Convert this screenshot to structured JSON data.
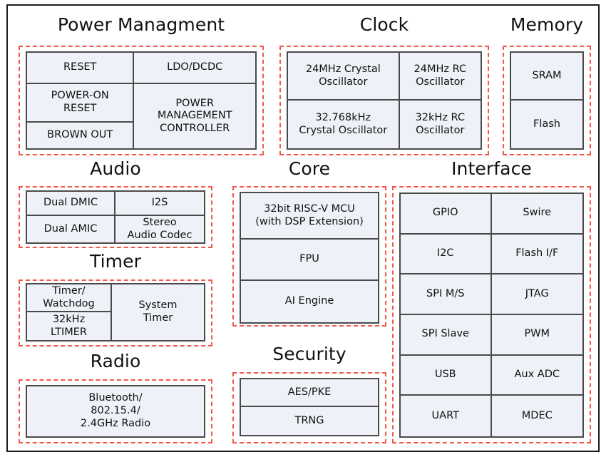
{
  "diagram": {
    "title_typo_note": "Power Managment",
    "colors": {
      "dashed_border": "#f4564a",
      "cell_fill": "#eef1f7",
      "cell_border": "#4a4a4a",
      "frame_border": "#1b1b1b",
      "text": "#111111"
    }
  },
  "groups": {
    "power": {
      "title": "Power Managment",
      "cells": {
        "reset": "RESET",
        "ldo_dcdc": "LDO/DCDC",
        "power_on_reset": "POWER-ON\nRESET",
        "brown_out": "BROWN OUT",
        "pmc": "POWER\nMANAGEMENT\nCONTROLLER"
      }
    },
    "clock": {
      "title": "Clock",
      "cells": {
        "xtal_24m": "24MHz Crystal\nOscillator",
        "rc_24m": "24MHz RC\nOscillator",
        "xtal_32768k": "32.768kHz\nCrystal Oscillator",
        "rc_32k": "32kHz RC\nOscillator"
      }
    },
    "memory": {
      "title": "Memory",
      "cells": {
        "sram": "SRAM",
        "flash": "Flash"
      }
    },
    "audio": {
      "title": "Audio",
      "cells": {
        "dual_dmic": "Dual DMIC",
        "i2s": "I2S",
        "dual_amic": "Dual AMIC",
        "stereo_codec": "Stereo\nAudio Codec"
      }
    },
    "timer": {
      "title": "Timer",
      "cells": {
        "timer_watchdog": "Timer/\nWatchdog",
        "ltimer_32k": "32kHz\nLTIMER",
        "system_timer": "System\nTimer"
      }
    },
    "radio": {
      "title": "Radio",
      "cells": {
        "radio_block": "Bluetooth/\n802.15.4/\n2.4GHz Radio"
      }
    },
    "core": {
      "title": "Core",
      "cells": {
        "mcu": "32bit RISC-V MCU\n(with DSP Extension)",
        "fpu": "FPU",
        "ai_engine": "AI Engine"
      }
    },
    "security": {
      "title": "Security",
      "cells": {
        "aes_pke": "AES/PKE",
        "trng": "TRNG"
      }
    },
    "interface": {
      "title": "Interface",
      "cells": {
        "gpio": "GPIO",
        "swire": "Swire",
        "i2c": "I2C",
        "flash_if": "Flash I/F",
        "spi_ms": "SPI M/S",
        "jtag": "JTAG",
        "spi_slave": "SPI Slave",
        "pwm": "PWM",
        "usb": "USB",
        "aux_adc": "Aux ADC",
        "uart": "UART",
        "mdec": "MDEC"
      }
    }
  }
}
